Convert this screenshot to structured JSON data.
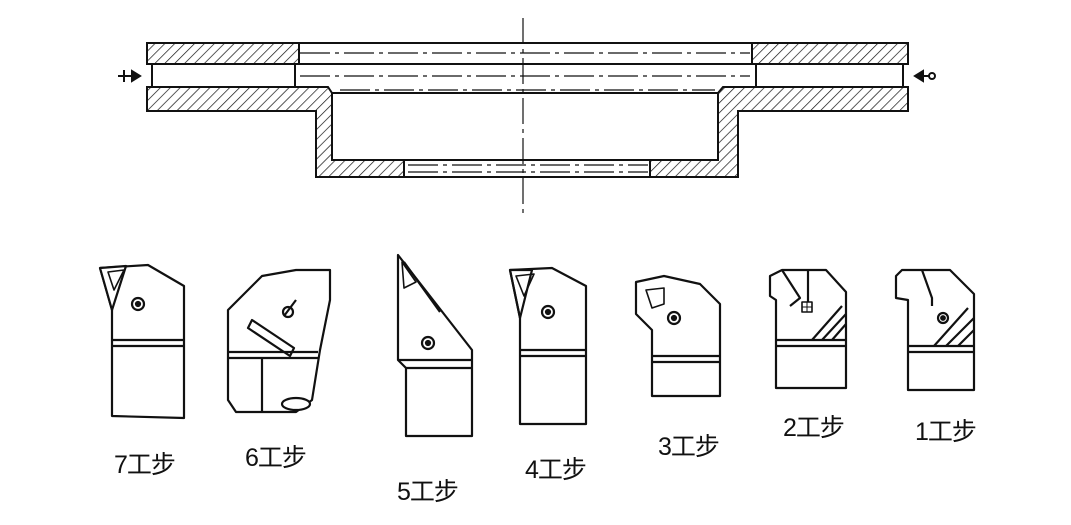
{
  "steps": [
    {
      "label": "7工步"
    },
    {
      "label": "6工步"
    },
    {
      "label": "5工步"
    },
    {
      "label": "4工步"
    },
    {
      "label": "3工步"
    },
    {
      "label": "2工步"
    },
    {
      "label": "1工步"
    }
  ],
  "icons": [
    "part-cross-section",
    "centerline",
    "clamp-arrow-left-icon",
    "clamp-arrow-right-icon",
    "turning-tool-icon",
    "grooving-tool-icon"
  ],
  "colors": {
    "line": "#111111",
    "background": "#ffffff"
  }
}
